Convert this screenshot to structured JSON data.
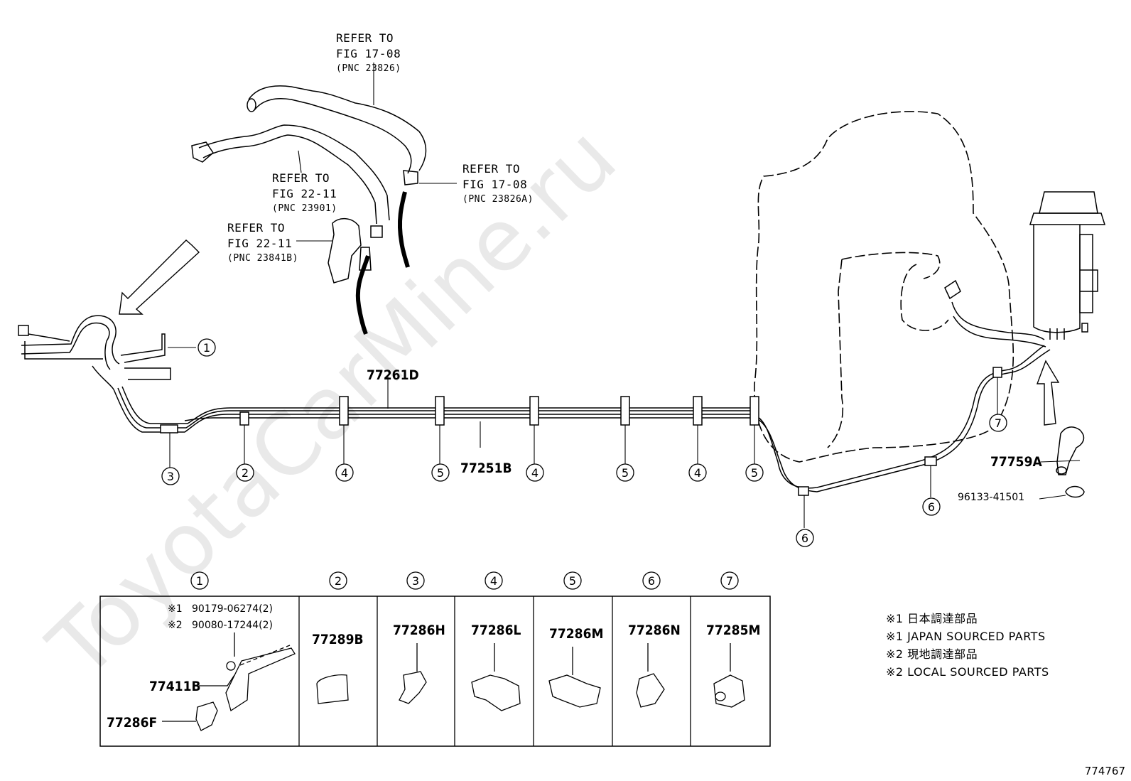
{
  "watermark": "ToyotaCarMine.ru",
  "figure_id": "774767",
  "refs": [
    {
      "line1": "REFER TO",
      "line2": "FIG 17-08",
      "line3": "(PNC 23826)"
    },
    {
      "line1": "REFER TO",
      "line2": "FIG 17-08",
      "line3": "(PNC 23826A)"
    },
    {
      "line1": "REFER TO",
      "line2": "FIG 22-11",
      "line3": "(PNC 23901)"
    },
    {
      "line1": "REFER TO",
      "line2": "FIG 22-11",
      "line3": "(PNC 23841B)"
    }
  ],
  "parts": {
    "tube_upper": "77261D",
    "tube_lower": "77251B",
    "hose": "77759A",
    "clamp": "96133-41501"
  },
  "callouts": {
    "c1": "1",
    "c2": "2",
    "c3": "3",
    "c4": "4",
    "c5": "5",
    "c6": "6",
    "c7": "7"
  },
  "table": {
    "headers": [
      "1",
      "2",
      "3",
      "4",
      "5",
      "6",
      "7"
    ],
    "cell1": {
      "note1_mark": "※1",
      "note1_part": "90179-06274(2)",
      "note2_mark": "※2",
      "note2_part": "90080-17244(2)",
      "bracket": "77411B",
      "clip": "77286F"
    },
    "cells": [
      "77289B",
      "77286H",
      "77286L",
      "77286M",
      "77286N",
      "77285M"
    ]
  },
  "legend": [
    "※1  日本調達部品",
    "※1  JAPAN SOURCED PARTS",
    "※2  現地調達部品",
    "※2  LOCAL SOURCED PARTS"
  ]
}
